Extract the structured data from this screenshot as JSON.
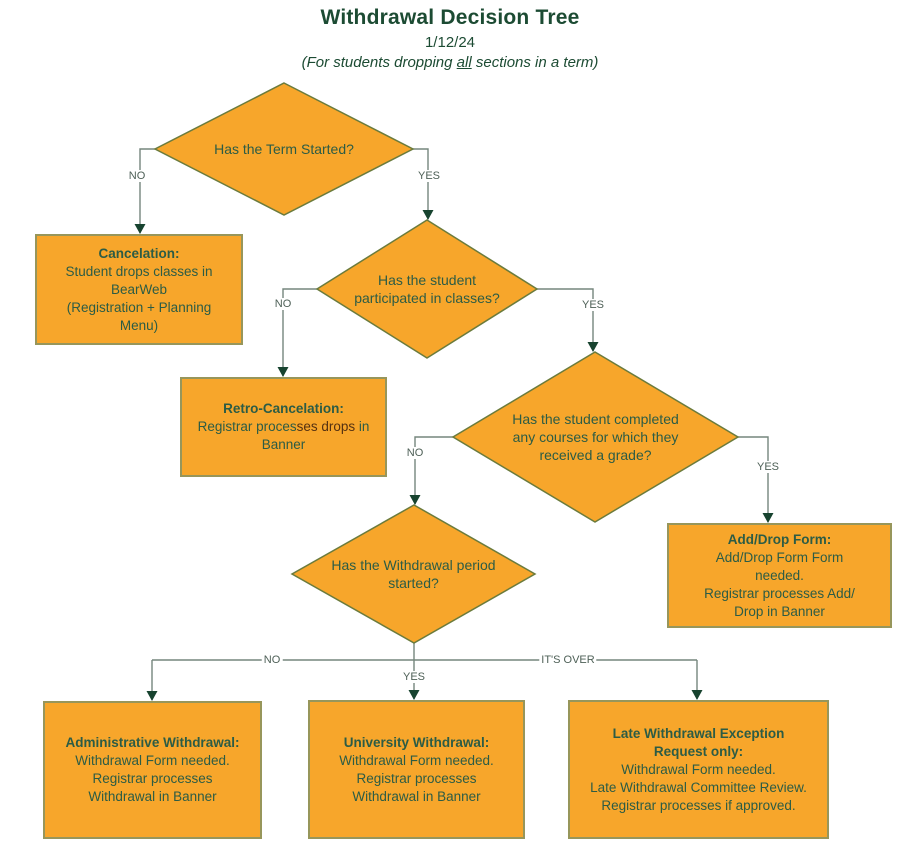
{
  "header": {
    "title": "Withdrawal Decision Tree",
    "date": "1/12/24",
    "note_prefix": "(For students dropping ",
    "note_emphasis": "all",
    "note_suffix": " sections in a term)"
  },
  "colors": {
    "orange": "#F7A62B",
    "box-border": "#97965B",
    "diamond-border": "#6B7B3C",
    "wire": "#75867D",
    "arrow": "#17432F",
    "text": "#2C5C45",
    "title": "#1C4B33",
    "label": "#4E6057",
    "dark-note": "#553111"
  },
  "decisions": {
    "term_started": {
      "line1": "Has the Term Started?"
    },
    "participated": {
      "line1": "Has the student",
      "line2": "participated in classes?"
    },
    "completed_courses": {
      "line1": "Has the student completed",
      "line2": "any courses for which they",
      "line3": "received a grade?"
    },
    "withdrawal_period": {
      "line1": "Has the Withdrawal period",
      "line2": "started?"
    }
  },
  "outcomes": {
    "cancelation": {
      "title": "Cancelation:",
      "lines": [
        "Student drops classes in",
        "BearWeb",
        "(Registration + Planning",
        "Menu)"
      ]
    },
    "retro_cancelation": {
      "title": "Retro-Cancelation:",
      "body_start": "Registrar proces",
      "body_dark": "ses drops",
      "body_end": " in",
      "body_line2": "Banner"
    },
    "add_drop": {
      "title": "Add/Drop Form:",
      "lines": [
        "Add/Drop Form Form",
        "needed.",
        "Registrar processes Add/",
        "Drop in Banner"
      ]
    },
    "administrative": {
      "title": "Administrative Withdrawal:",
      "lines": [
        "Withdrawal Form needed.",
        "Registrar processes",
        "Withdrawal in Banner"
      ]
    },
    "university": {
      "title": "University Withdrawal:",
      "lines": [
        "Withdrawal Form needed.",
        "Registrar processes",
        "Withdrawal in Banner"
      ]
    },
    "late_exception": {
      "title_line1": "Late Withdrawal Exception",
      "title_line2": "Request only:",
      "lines": [
        "Withdrawal Form needed.",
        "Late Withdrawal Committee Review.",
        "Registrar processes if approved."
      ]
    }
  },
  "edge_labels": {
    "no1": "NO",
    "yes1": "YES",
    "no2": "NO",
    "yes2": "YES",
    "no3": "NO",
    "yes3": "YES",
    "no4": "NO",
    "yes4": "YES",
    "its_over": "IT'S OVER"
  }
}
